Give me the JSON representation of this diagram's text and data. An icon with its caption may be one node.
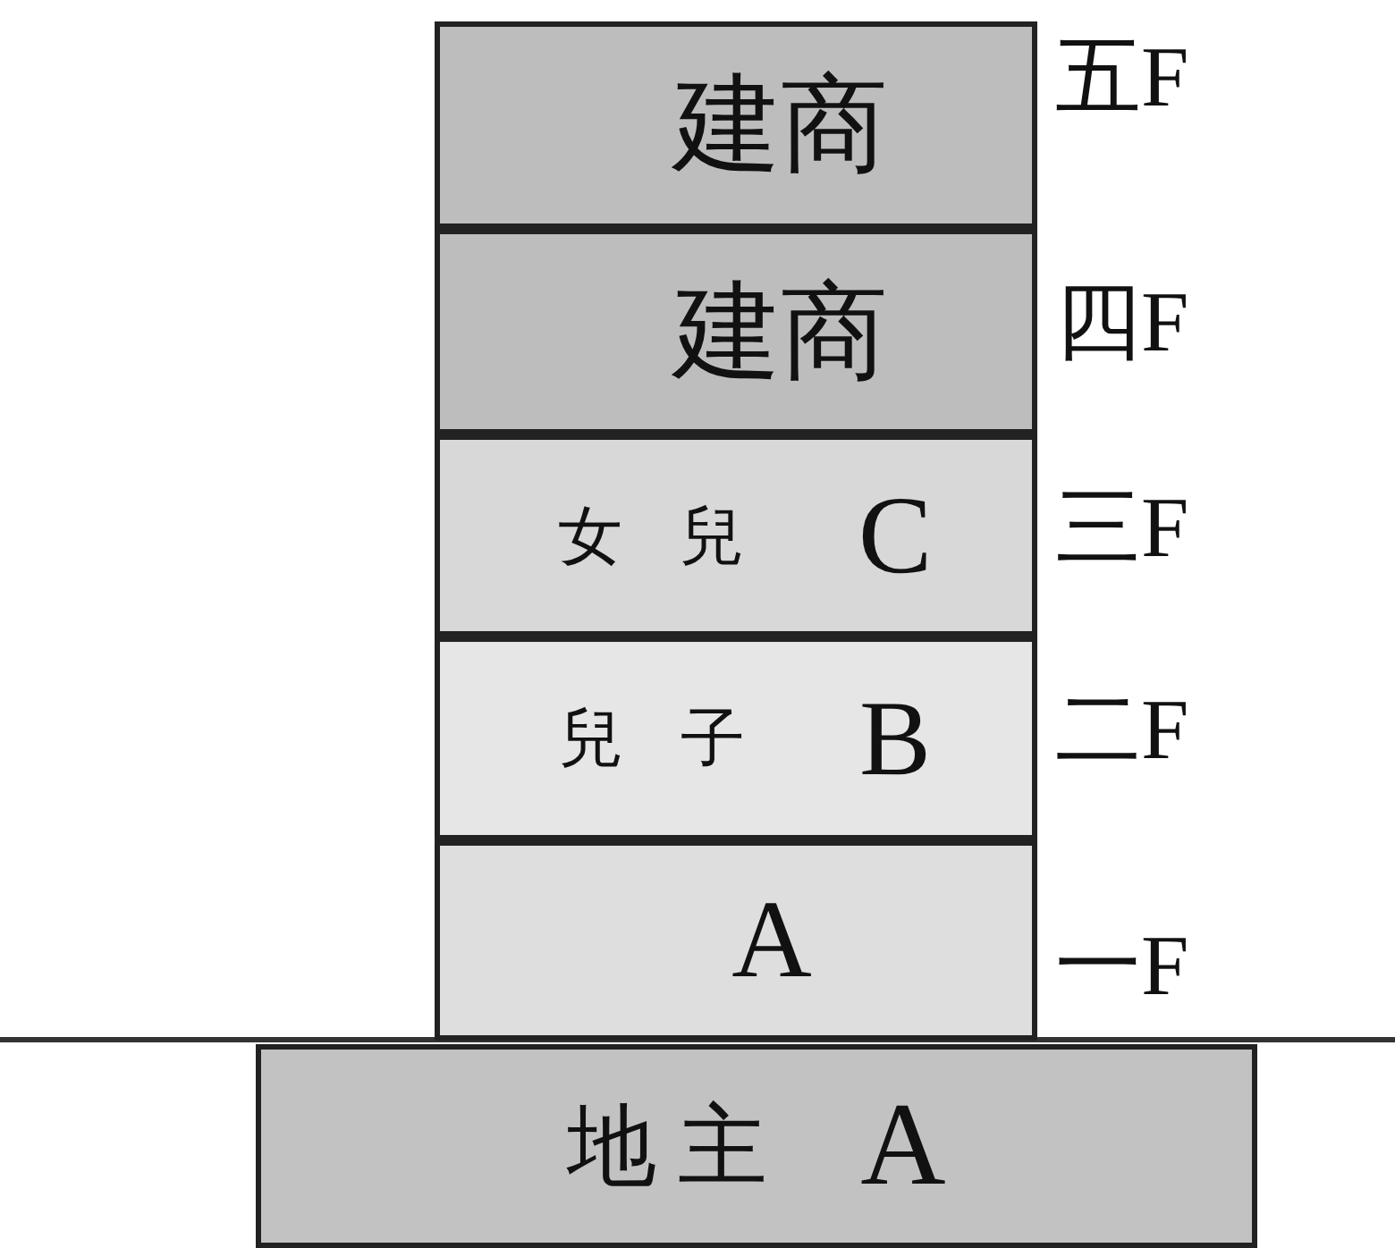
{
  "diagram": {
    "nodes": [
      {
        "text": [
          "建商"
        ],
        "beside": [
          "五F"
        ]
      },
      {
        "text": [
          "建商"
        ],
        "beside": [
          "四F"
        ]
      },
      {
        "text": [
          "女兒",
          "C"
        ],
        "beside": [
          "三F"
        ]
      },
      {
        "text": [
          "兒子",
          "B"
        ],
        "beside": [
          "二F"
        ]
      },
      {
        "text": [
          "A"
        ],
        "beside": [
          "一F"
        ]
      },
      {
        "text": [
          "地主",
          "A"
        ]
      }
    ]
  }
}
